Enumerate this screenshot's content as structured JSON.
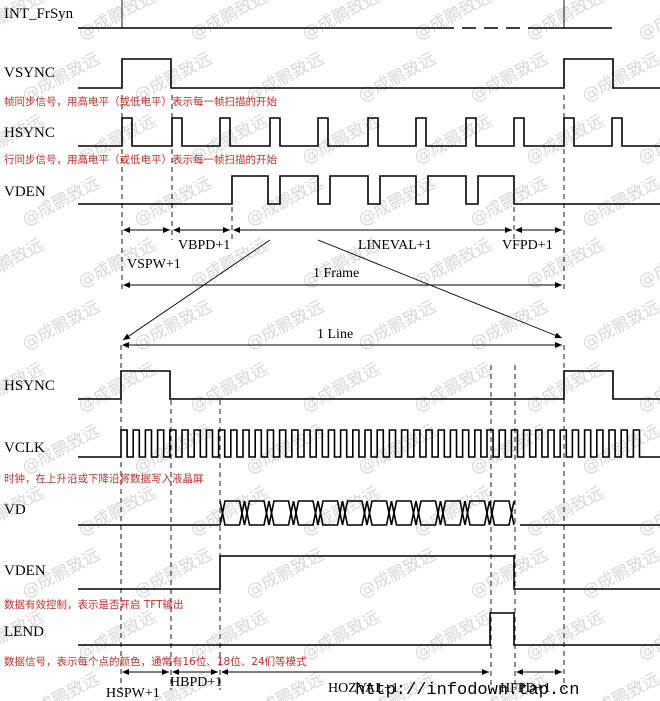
{
  "signals": {
    "int_frsyn": "INT_FrSyn",
    "vsync": "VSYNC",
    "hsync_top": "HSYNC",
    "vden_top": "VDEN",
    "hsync_bottom": "HSYNC",
    "vclk": "VCLK",
    "vd": "VD",
    "vden_bottom": "VDEN",
    "lend": "LEND"
  },
  "notes": {
    "vsync": "帧同步信号，用高电平（或低电平）表示每一帧扫描的开始",
    "hsync": "行同步信号，用高电平（或低电平）表示每一帧扫描的开始",
    "vclk": "时钟，在上升沿或下降沿将数据写入液晶屏",
    "vden": "数据有效控制，表示是否开启 TFT输出",
    "lend": "数据信号，表示每个点的颜色，通常有16位、18位、24们等模式"
  },
  "measures": {
    "vbpd": "VBPD+1",
    "lineval": "LINEVAL+1",
    "vfpd": "VFPD+1",
    "vspw": "VSPW+1",
    "frame": "1 Frame",
    "line": "1 Line",
    "hspw": "HSPW+1",
    "hbpd": "HBPD+1",
    "hozval": "HOZVAL+1",
    "hfpd": "HFPD+1"
  },
  "watermark": {
    "text": "@成鹏致远",
    "url": "http://infodown.tap.cn"
  }
}
